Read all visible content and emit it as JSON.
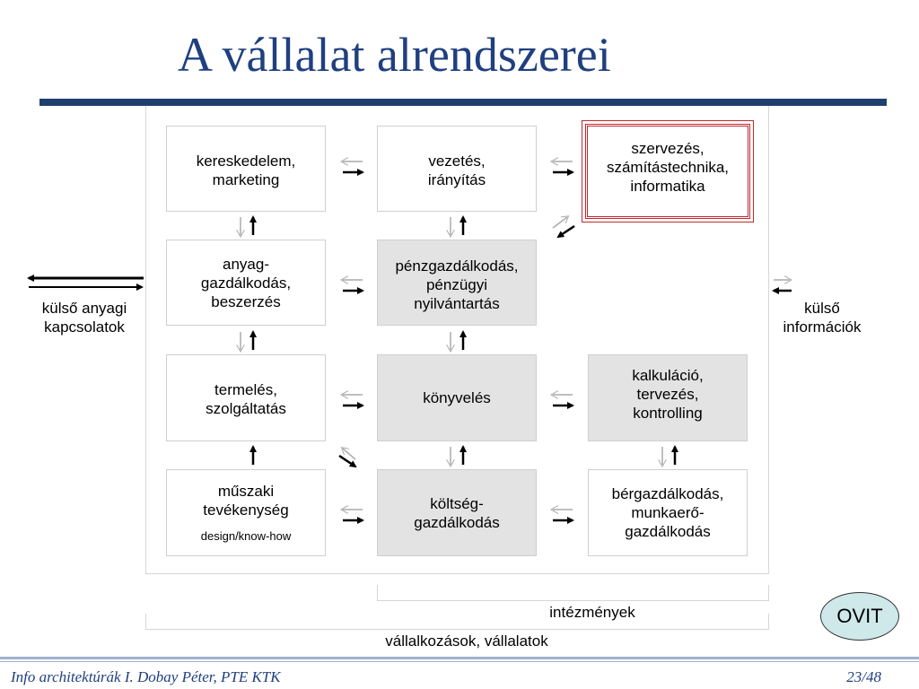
{
  "title": "A vállalat alrendszerei",
  "boxes": {
    "kereskedelem": "kereskedelem,\nmarketing",
    "vezetes": "vezetés,\nirányítás",
    "szervezes": "szervezés,\nszámítástechnika,\ninformatika",
    "anyag": "anyag-\ngazdálkodás,\nbeszerzés",
    "penzgazd": "pénzgazdálkodás,\npénzügyi\nnyilvántartás",
    "termeles": "termelés,\nszolgáltatás",
    "konyveles": "könyvelés",
    "kalkulacio": "kalkuláció,\ntervezés,\nkontrolling",
    "muszaki": "műszaki\ntevékenység",
    "muszaki_sub": "design/know-how",
    "koltseg": "költség-\ngazdálkodás",
    "berg": "bérgazdálkodás,\nmunkaerő-\ngazdálkodás"
  },
  "labels": {
    "kulso_anyagi": "külső anyagi\nkapcsolatok",
    "kulso_info": "külső\ninformációk",
    "intezmenyek": "intézmények",
    "vallalkozasok": "vállalkozások, vállalatok"
  },
  "badge": "OVIT",
  "footer": {
    "left": "Info architektúrák I. Dobay Péter, PTE KTK",
    "right": "23/48"
  },
  "colors": {
    "title": "#1f3f7f",
    "gray_box": "#e3e3e3",
    "highlight_border": "#c0282d",
    "badge_fill": "#cfe8ea"
  }
}
